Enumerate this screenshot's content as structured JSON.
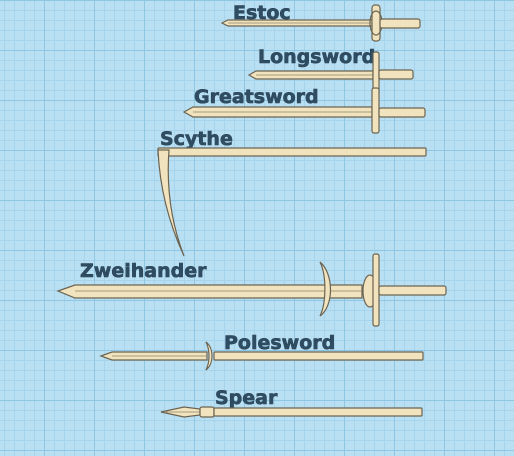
{
  "scene": {
    "labels": [
      {
        "key": "estoc",
        "text": "Estoc"
      },
      {
        "key": "longsword",
        "text": "Longsword"
      },
      {
        "key": "greatsword",
        "text": "Greatsword"
      },
      {
        "key": "scythe",
        "text": "Scythe"
      },
      {
        "key": "zweihander",
        "text": "Zweihander"
      },
      {
        "key": "polesword",
        "text": "Polesword"
      },
      {
        "key": "spear",
        "text": "Spear"
      }
    ],
    "colors": {
      "background": "#b9dff3",
      "grid": "#8fc6e3",
      "weapon_fill": "#f1e3bd",
      "weapon_outline": "#6c6452",
      "label_text": "#2f4d62"
    }
  }
}
